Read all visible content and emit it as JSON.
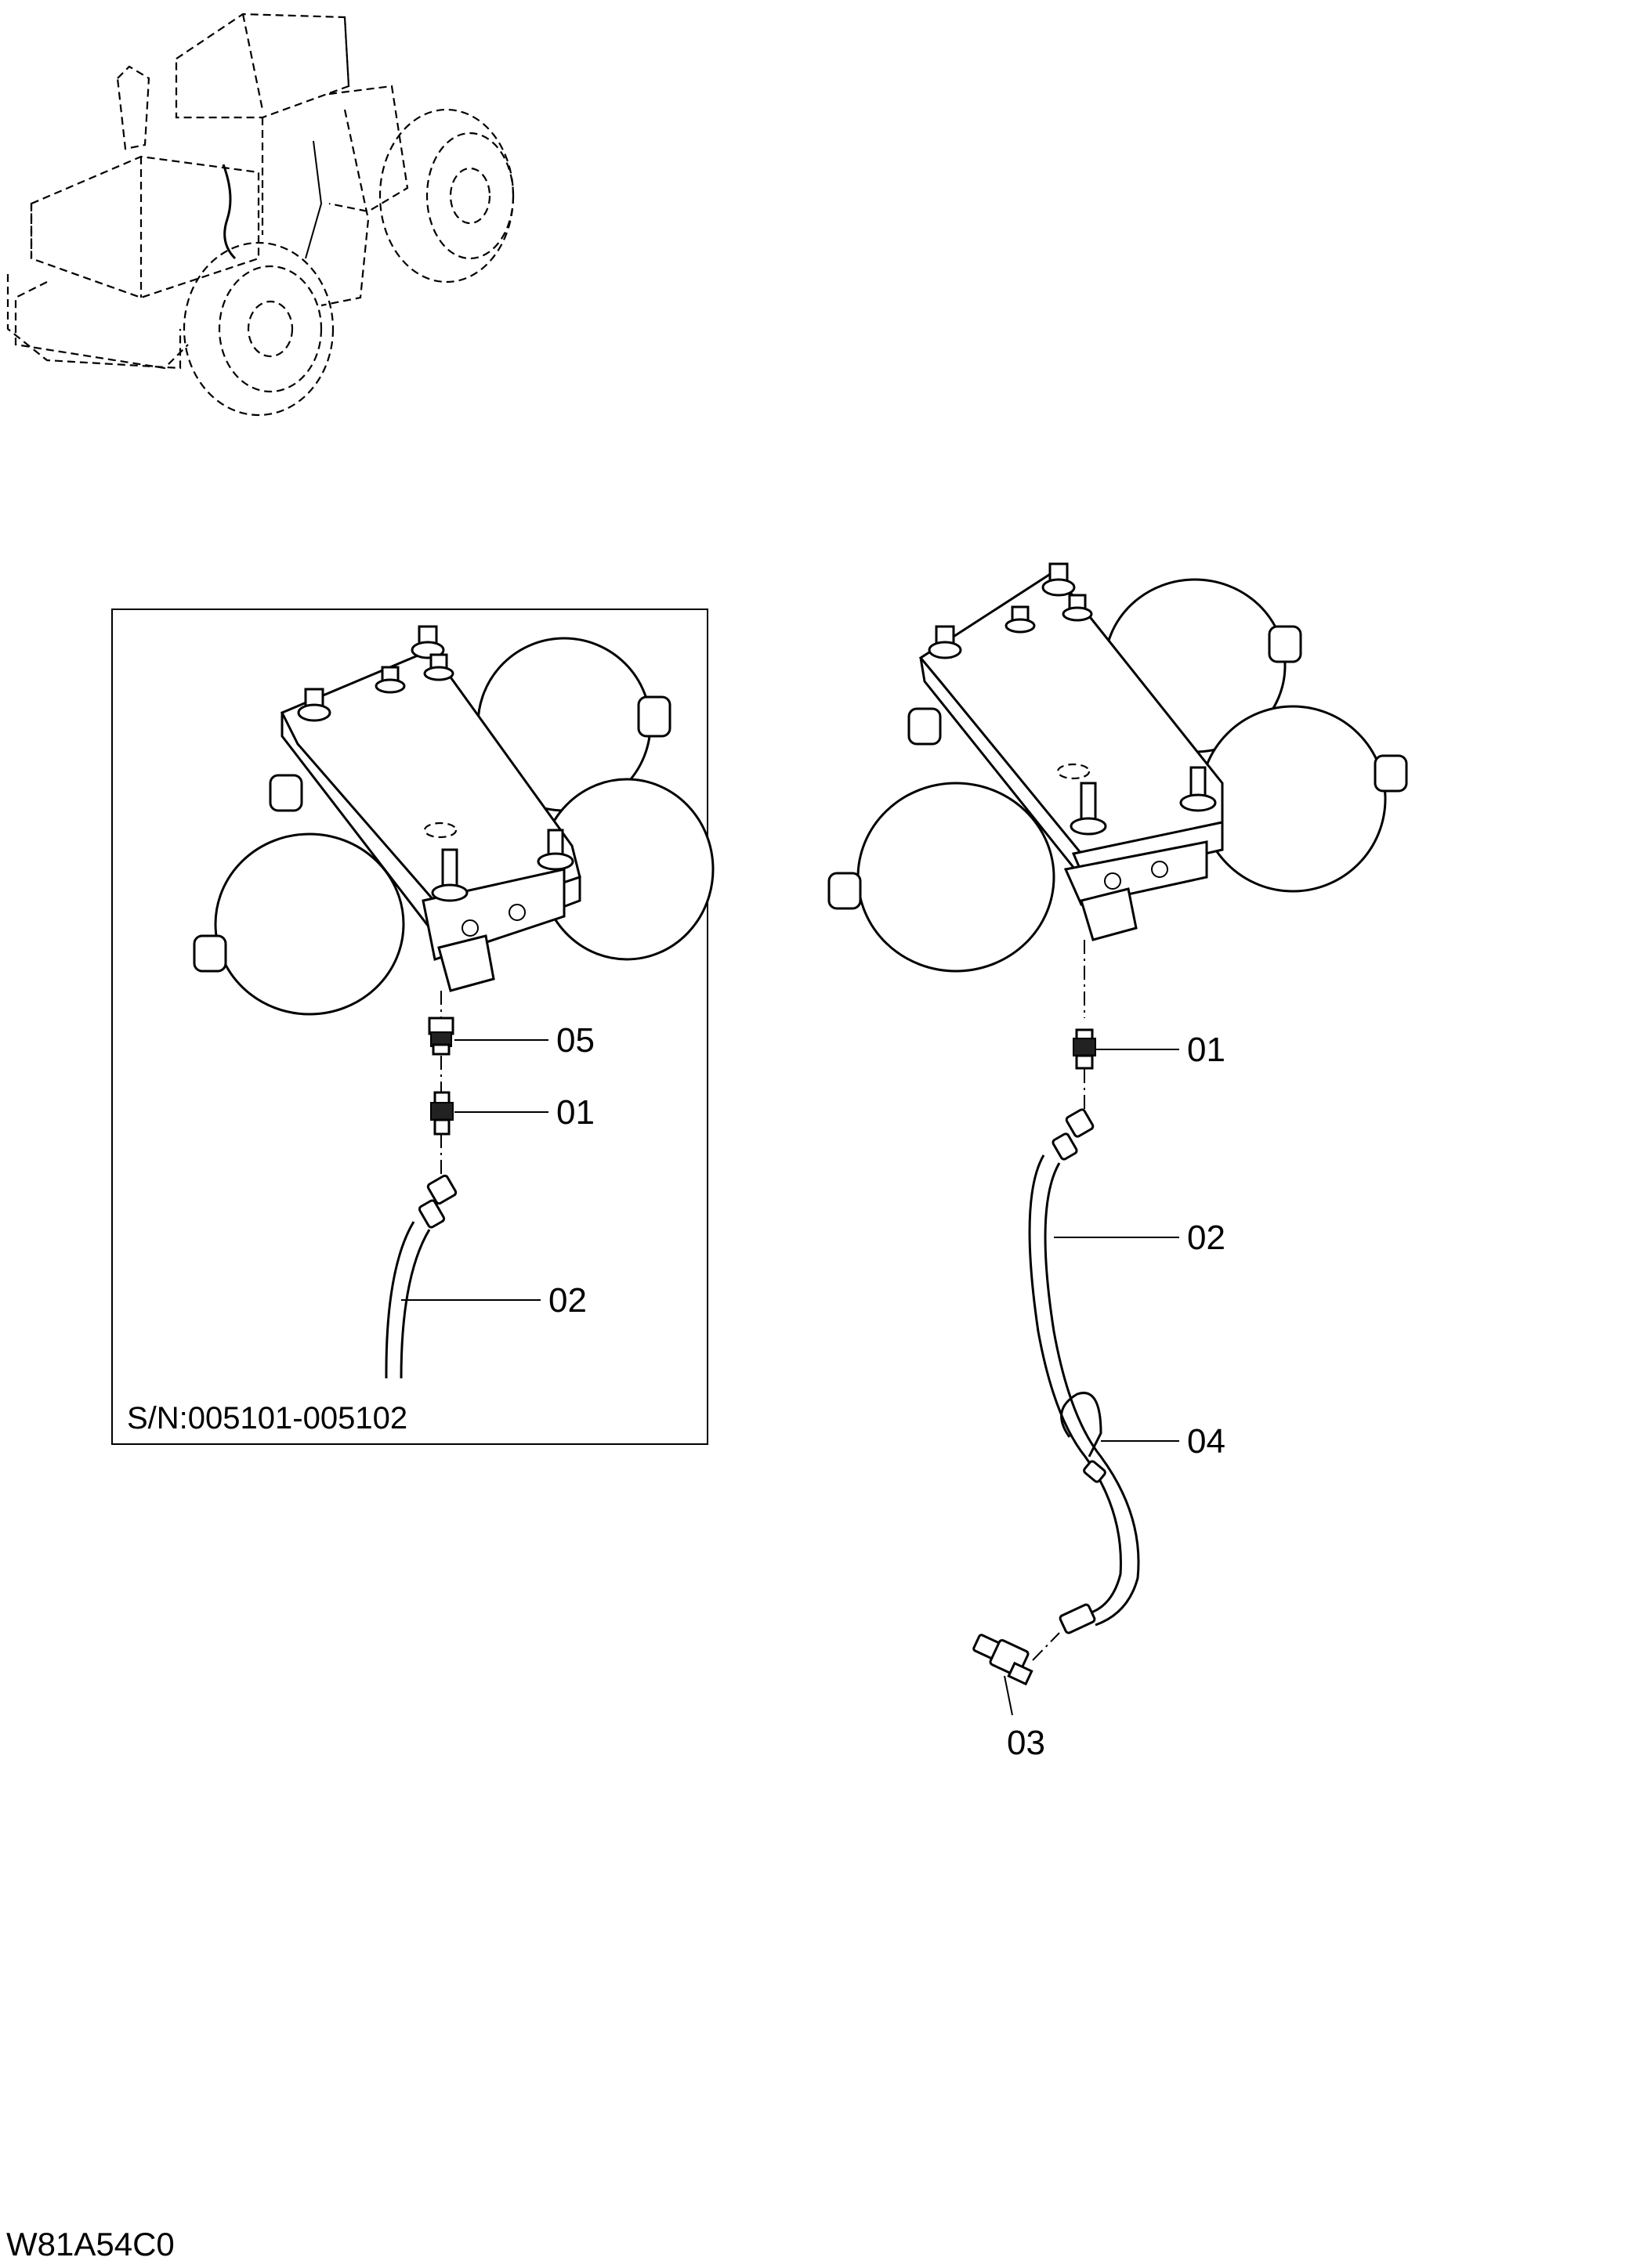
{
  "inset": {
    "serial_range": "S/N:005101-005102",
    "callouts": {
      "c05": "05",
      "c01": "01",
      "c02": "02"
    }
  },
  "main": {
    "callouts": {
      "c01": "01",
      "c02": "02",
      "c04": "04",
      "c03": "03"
    }
  },
  "figure_code": "W81A54C0"
}
